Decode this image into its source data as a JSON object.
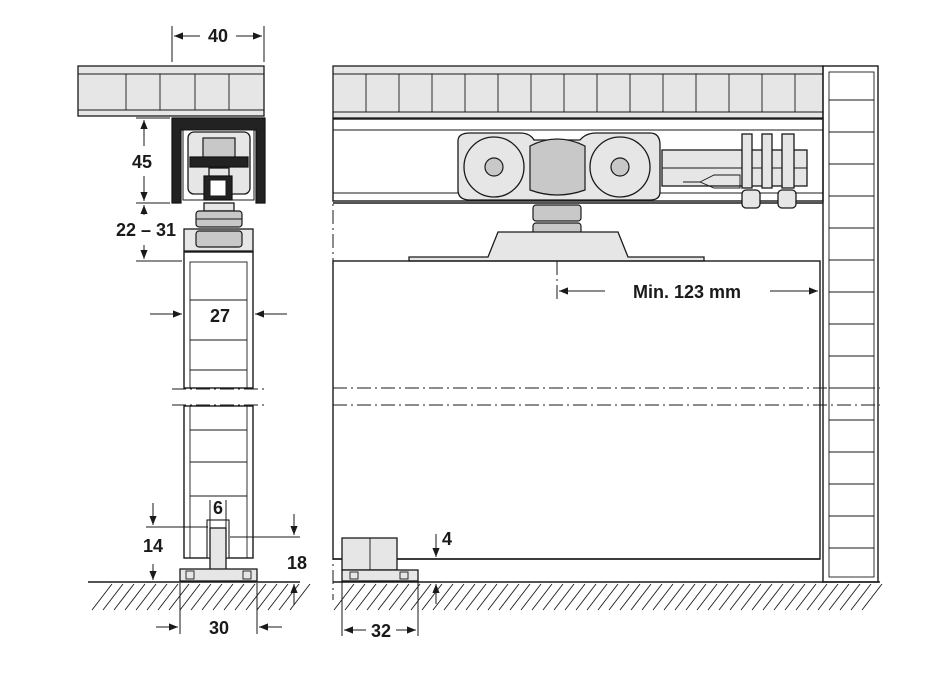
{
  "diagram": {
    "labels": {
      "w40": "40",
      "h45": "45",
      "h22_31": "22 – 31",
      "w27": "27",
      "w6": "6",
      "h14": "14",
      "h18": "18",
      "w30": "30",
      "min123": "Min. 123 mm",
      "h4": "4",
      "w32": "32"
    }
  }
}
